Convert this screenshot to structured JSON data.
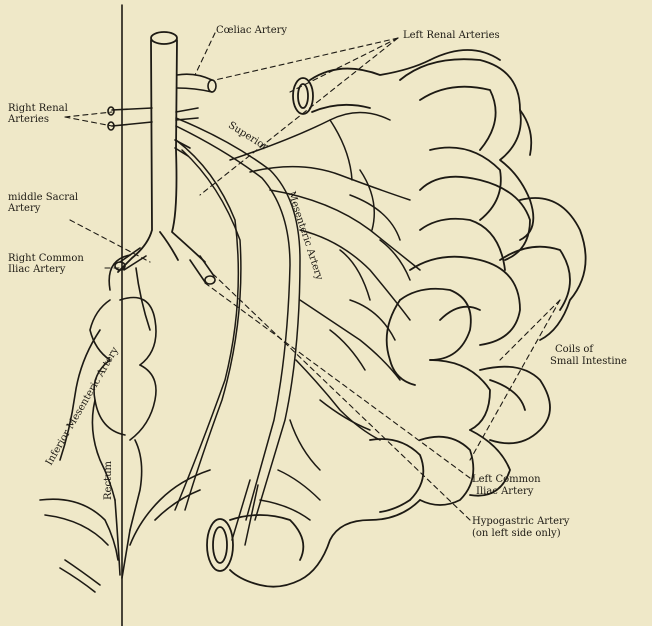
{
  "figure": {
    "background": "#efe8c8",
    "ink": "#1d1a14"
  },
  "labels": {
    "celiac": "Cœliac Artery",
    "left_renal": "Left Renal Arteries",
    "right_renal_1": "Right Renal",
    "right_renal_2": "Arteries",
    "middle_sacral_1": "middle Sacral",
    "middle_sacral_2": "Artery",
    "right_common_1": "Right Common",
    "right_common_2": "Iliac Artery",
    "coils_1": "Coils of",
    "coils_2": "Small Intestine",
    "left_common_1": "Left Common",
    "left_common_2": "Iliac Artery",
    "hypogastric_1": "Hypogastric Artery",
    "hypogastric_2": "(on left side only)",
    "superior_1": "Superior",
    "superior_2": "Mesenteric Artery",
    "inferior": "Inferior Mesenteric Artery",
    "rectum": "Rectum"
  }
}
